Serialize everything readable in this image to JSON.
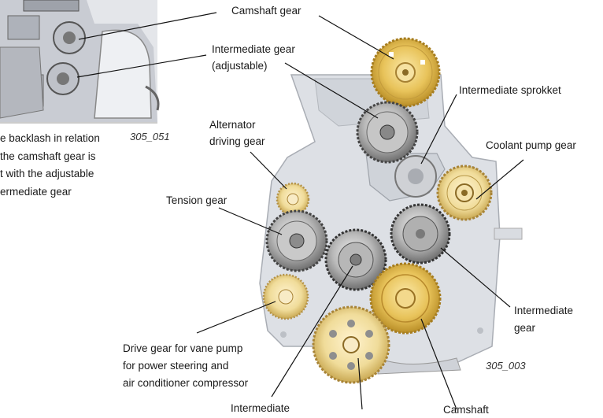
{
  "labels": {
    "camshaft_gear_top": "Camshaft gear",
    "intermediate_gear_adjustable": [
      "Intermediate gear",
      "(adjustable)"
    ],
    "intermediate_sprokket": "Intermediate sprokket",
    "alternator_driving_gear": [
      "Alternator",
      "driving gear"
    ],
    "coolant_pump_gear": "Coolant pump gear",
    "tension_gear": "Tension gear",
    "intermediate_gear_right": [
      "Intermediate",
      "gear"
    ],
    "drive_gear_vane_pump": [
      "Drive gear for vane pump",
      "for power steering and",
      "air conditioner compressor"
    ],
    "intermediate_bottom": "Intermediate",
    "camshaft_bottom": "Camshaft"
  },
  "figure_codes": {
    "left": "305_051",
    "right": "305_003"
  },
  "left_text": [
    "e backlash in relation",
    " the camshaft gear is",
    "t with the adjustable",
    "ermediate gear"
  ],
  "colors": {
    "brass_gear": "#e8c35a",
    "silver_gear": "#a8a8a8",
    "engine_block": "#d7dae0",
    "leader_line": "#111111"
  }
}
